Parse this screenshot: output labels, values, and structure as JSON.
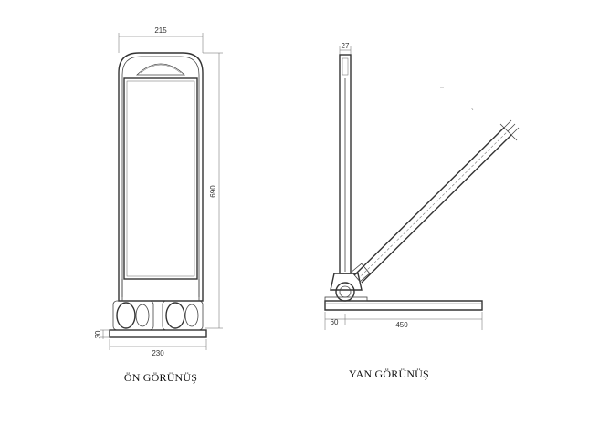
{
  "front_view": {
    "caption": "ÖN GÖRÜNÜŞ",
    "dim_width_top": "215",
    "dim_height": "690",
    "dim_base_height": "30",
    "dim_base_width": "230"
  },
  "side_view": {
    "caption": "YAN GÖRÜNÜŞ",
    "dim_top": "27",
    "dim_base_left": "60",
    "dim_base_length": "450"
  }
}
